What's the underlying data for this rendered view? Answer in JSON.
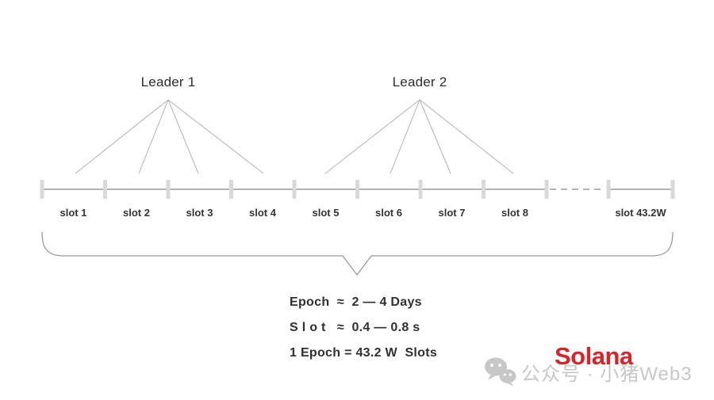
{
  "leaders": [
    {
      "label": "Leader 1"
    },
    {
      "label": "Leader 2"
    }
  ],
  "timeline": {
    "slots": [
      {
        "label": "slot 1"
      },
      {
        "label": "slot 2"
      },
      {
        "label": "slot 3"
      },
      {
        "label": "slot 4"
      },
      {
        "label": "slot 5"
      },
      {
        "label": "slot 6"
      },
      {
        "label": "slot 7"
      },
      {
        "label": "slot 8"
      },
      {
        "label": "slot 43.2W"
      }
    ]
  },
  "legend": {
    "line1": "Epoch  ≈  2 — 4 Days",
    "line2": "S l o t   ≈  0.4 — 0.8 s",
    "line3": "1 Epoch = 43.2 W  Slots"
  },
  "branding": {
    "logo_text": "Solana",
    "logo_color": "#d7232b"
  },
  "watermark": {
    "text": "公众号 · 小猪Web3",
    "color": "#c7c7c7"
  },
  "colors": {
    "fan_line": "#b3b3b3",
    "timeline_line": "#9a9a9a",
    "tick": "#d9d9d9",
    "brace": "#9a9a9a"
  }
}
